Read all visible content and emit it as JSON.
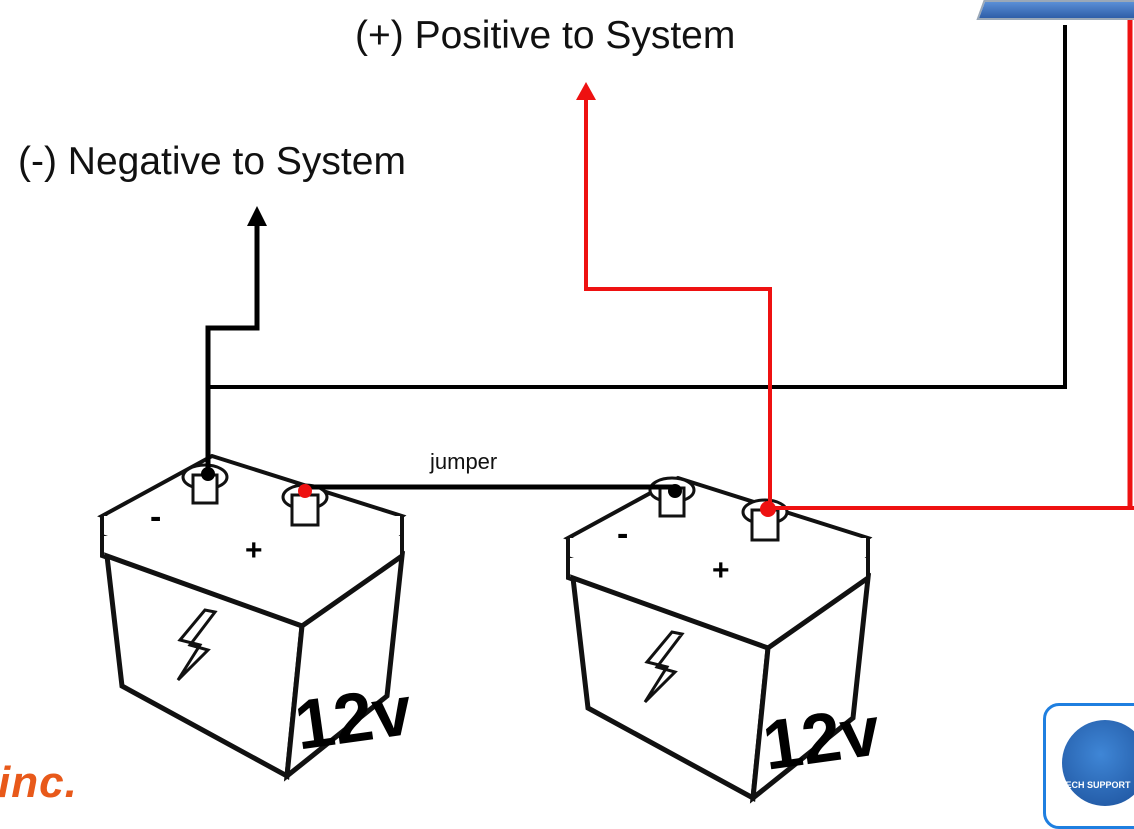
{
  "labels": {
    "positive": "(+) Positive to System",
    "negative": "(-) Negative to System",
    "jumper": "jumper"
  },
  "batteries": [
    {
      "voltage": "12v",
      "minus": "-",
      "plus": "+"
    },
    {
      "voltage": "12v",
      "minus": "-",
      "plus": "+"
    }
  ],
  "logo_text": "inc.",
  "support_badge_text": "TECH SUPPORT",
  "colors": {
    "positive_wire": "#ee1111",
    "negative_wire": "#000000",
    "logo": "#e8591a",
    "badge_border": "#1f7fe0"
  }
}
